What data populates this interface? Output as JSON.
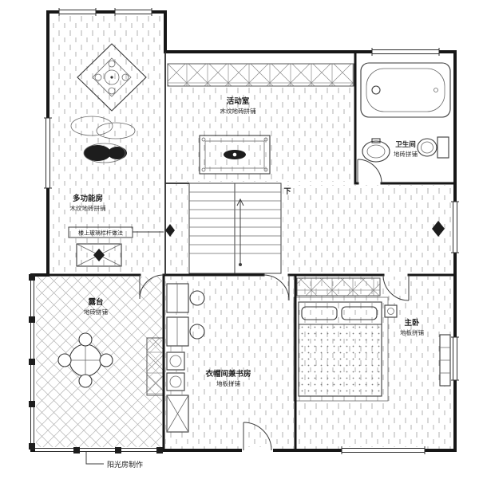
{
  "plan": {
    "rooms": {
      "activity": {
        "name": "活动室",
        "floor": "木纹地砖拼铺"
      },
      "multifunction": {
        "name": "多功能房",
        "floor": "木纹地砖拼铺"
      },
      "bathroom": {
        "name": "卫生间",
        "floor": "地砖拼铺"
      },
      "terrace": {
        "name": "露台",
        "floor": "地砖拼铺"
      },
      "study": {
        "name": "衣帽间兼书房",
        "floor": "地板拼铺"
      },
      "master_bedroom": {
        "name": "主卧",
        "floor": "地板拼铺"
      }
    },
    "labels": {
      "stair_down": "下",
      "railing_note": "楼上玻璃栏杆做法",
      "sunroom_note": "阳光房制作"
    },
    "colors": {
      "wall": "#161616",
      "line": "#3d3d3d",
      "hatch": "#9a9a9a",
      "paper": "#ffffff"
    }
  }
}
